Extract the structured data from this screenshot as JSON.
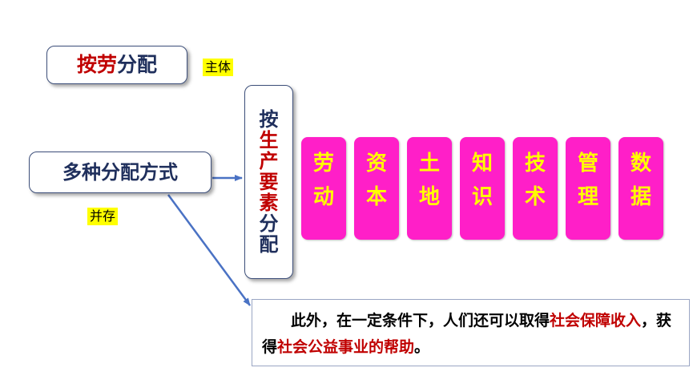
{
  "alloc_box": {
    "part1": "按劳",
    "part2": "分配"
  },
  "label_subject": "主体",
  "multi_box": {
    "text": "多种分配方式"
  },
  "label_coexist": "并存",
  "factor_box": {
    "c1": "按",
    "c2": "生",
    "c3": "产",
    "c4": "要",
    "c5": "素",
    "c6": "分",
    "c7": "配"
  },
  "factors": [
    {
      "c1": "劳",
      "c2": "动"
    },
    {
      "c1": "资",
      "c2": "本"
    },
    {
      "c1": "土",
      "c2": "地"
    },
    {
      "c1": "知",
      "c2": "识"
    },
    {
      "c1": "技",
      "c2": "术"
    },
    {
      "c1": "管",
      "c2": "理"
    },
    {
      "c1": "数",
      "c2": "据"
    }
  ],
  "note": {
    "s1": "此外，在一定条件下，人们还可以取得",
    "s2": "社会保障收入",
    "s3": "，获得",
    "s4": "社会公益事业的帮助",
    "s5": "。"
  },
  "colors": {
    "factor_fill": "#ff1fc8",
    "factor_text": "#ffff00",
    "highlight": "#ffff00",
    "emphasis": "#c00000",
    "arrow": "#4a72c4"
  }
}
